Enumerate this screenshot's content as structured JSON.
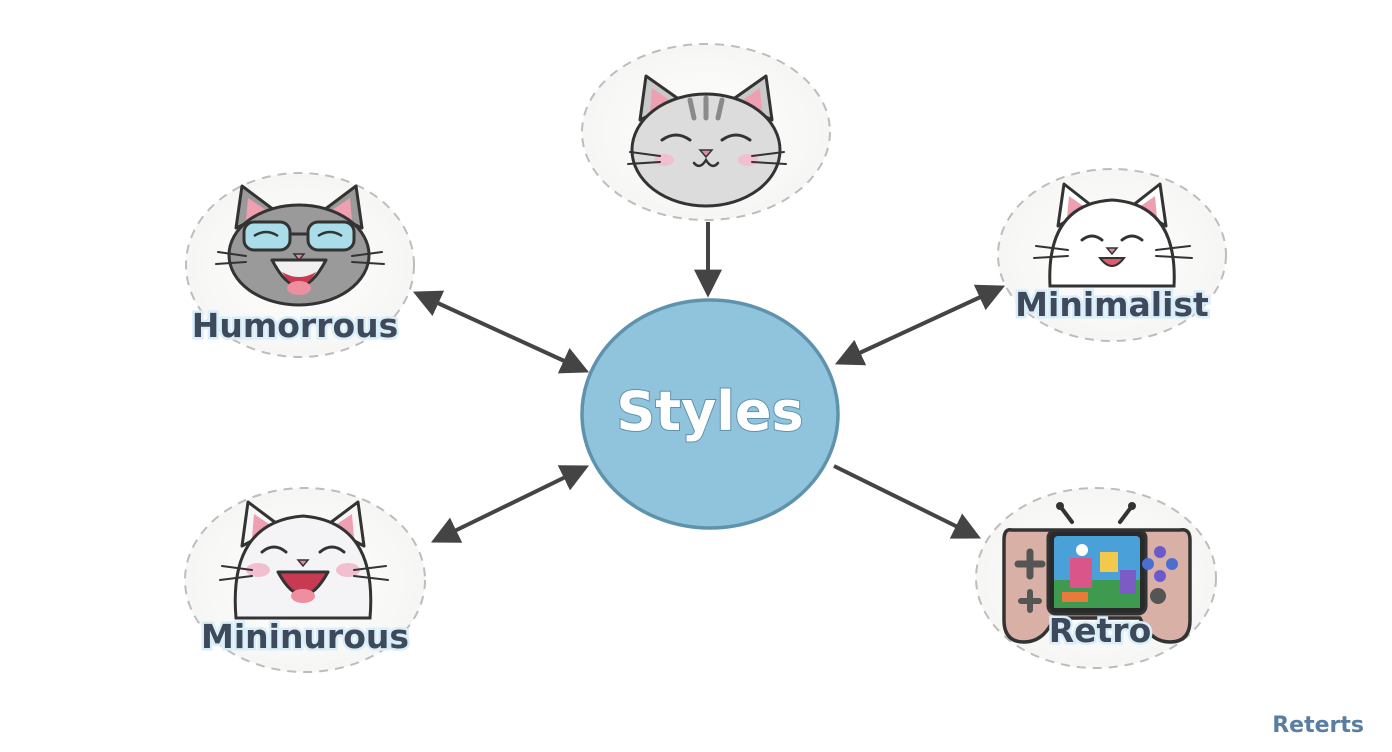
{
  "diagram": {
    "center": {
      "label": "Styles",
      "color": "#90c4dc",
      "border": "#5f93ad"
    },
    "nodes": [
      {
        "id": "top",
        "label": "",
        "icon": "sleepy-tabby-cat-icon"
      },
      {
        "id": "humorous",
        "label": "Humorrous",
        "icon": "cat-with-sunglasses-icon"
      },
      {
        "id": "minimalist",
        "label": "Minimalist",
        "icon": "white-cat-icon"
      },
      {
        "id": "mininurous",
        "label": "Mininurous",
        "icon": "laughing-white-cat-icon"
      },
      {
        "id": "retro",
        "label": "Retro",
        "icon": "handheld-game-console-icon"
      }
    ],
    "edges": [
      {
        "from": "top",
        "to": "center",
        "direction": "to-center"
      },
      {
        "from": "humorous",
        "to": "center",
        "direction": "both"
      },
      {
        "from": "minimalist",
        "to": "center",
        "direction": "both"
      },
      {
        "from": "mininurous",
        "to": "center",
        "direction": "both"
      },
      {
        "from": "center",
        "to": "retro",
        "direction": "from-center"
      }
    ],
    "corner_text": "Reterts",
    "colors": {
      "arrow": "#444444",
      "node_ring": "#bdbdbd",
      "label_glow": "#d9eef8"
    }
  }
}
